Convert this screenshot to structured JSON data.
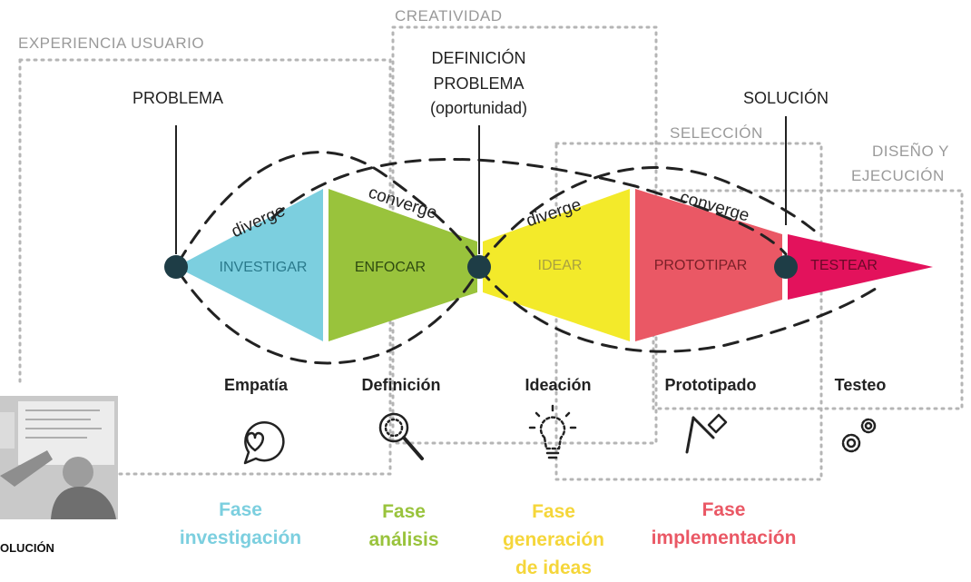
{
  "regions": {
    "experiencia": "EXPERIENCIA USUARIO",
    "creatividad": "CREATIVIDAD",
    "seleccion": "SELECCIÓN",
    "diseno_line1": "DISEÑO Y",
    "diseno_line2": "EJECUCIÓN"
  },
  "markers": {
    "problema": "PROBLEMA",
    "definicion_line1": "DEFINICIÓN",
    "definicion_line2": "PROBLEMA",
    "definicion_line3": "(oportunidad)",
    "solucion": "SOLUCIÓN"
  },
  "flow": {
    "diverge_1": "diverge",
    "converge_1": "converge",
    "diverge_2": "diverge",
    "converge_2": "converge"
  },
  "segments": [
    {
      "label": "INVESTIGAR",
      "color": "#7ccfdf"
    },
    {
      "label": "ENFOCAR",
      "color": "#99c33c"
    },
    {
      "label": "IDEAR",
      "color": "#f3ea2a"
    },
    {
      "label": "PROTOTIPAR",
      "color": "#ea5865"
    },
    {
      "label": "TESTEAR",
      "color": "#e3125c"
    }
  ],
  "phases": [
    {
      "title": "Empatía",
      "icon": "heart-chat-icon"
    },
    {
      "title": "Definición",
      "icon": "magnifier-icon"
    },
    {
      "title": "Ideación",
      "icon": "lightbulb-icon"
    },
    {
      "title": "Prototipado",
      "icon": "hammer-icon"
    },
    {
      "title": "Testeo",
      "icon": "gears-icon"
    }
  ],
  "fases": {
    "investigacion": {
      "line1": "Fase",
      "line2": "investigación",
      "color": "#7ccfdf"
    },
    "analisis": {
      "line1": "Fase",
      "line2": "análisis",
      "color": "#99c33c"
    },
    "generacion": {
      "line1": "Fase",
      "line2": "generación",
      "line3": "de ideas",
      "color": "#f5d63a"
    },
    "implementacion": {
      "line1": "Fase",
      "line2": "implementación",
      "color": "#ea5865"
    }
  },
  "photo_caption": "OLUCIÓN",
  "colors": {
    "node": "#1e3d46",
    "dotted": "#b5b5b5",
    "dashed": "#222222"
  }
}
